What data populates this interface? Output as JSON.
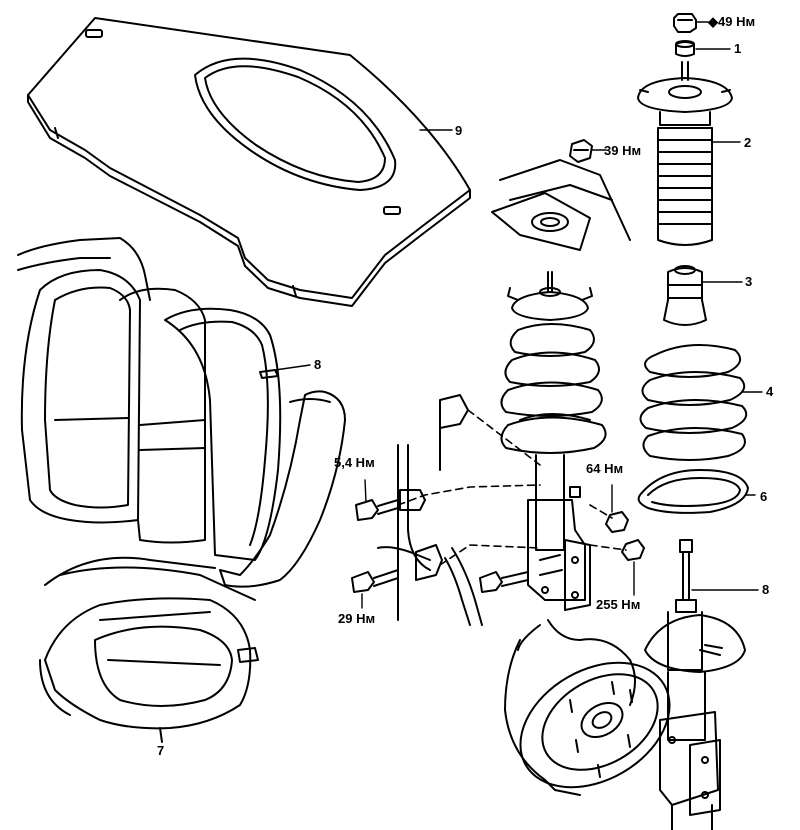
{
  "callouts": {
    "n1": "1",
    "n2": "2",
    "n3": "3",
    "n4": "4",
    "n6_spring": "6",
    "n8_shock": "8",
    "n8_seat": "8",
    "n9": "9",
    "n7": "7"
  },
  "torques": {
    "t49": "◆49 Нм",
    "t39": "39 Нм",
    "t54": "5,4 Нм",
    "t64": "64 Нм",
    "t29": "29 Нм",
    "t255": "255 Нм"
  },
  "colors": {
    "ink": "#000000",
    "paper": "#ffffff"
  }
}
